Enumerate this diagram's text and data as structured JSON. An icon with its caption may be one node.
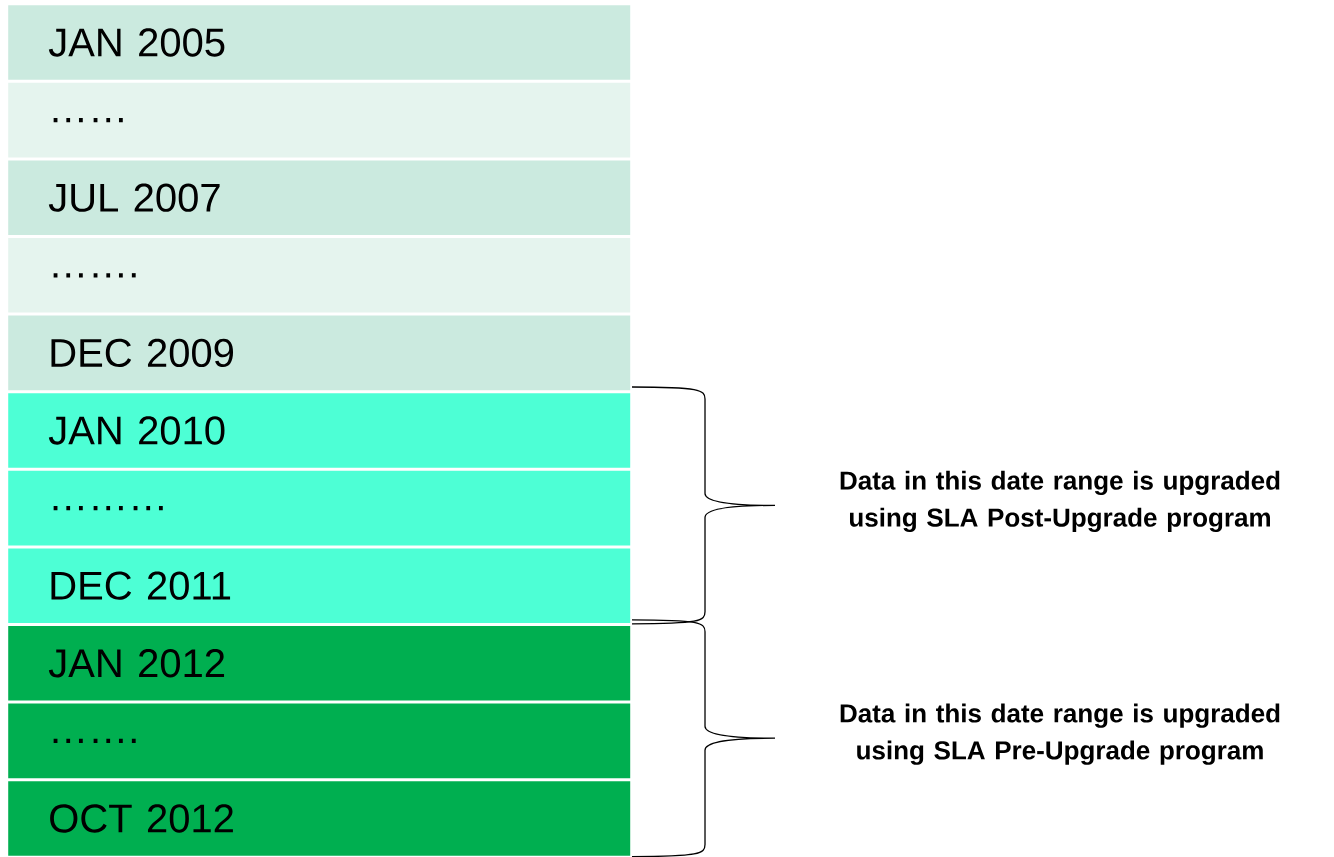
{
  "diagram": {
    "nodes": [
      {
        "text": [
          "JAN 2005"
        ]
      },
      {
        "text": [
          "……"
        ]
      },
      {
        "text": [
          "JUL 2007"
        ]
      },
      {
        "text": [
          "……."
        ]
      },
      {
        "text": [
          "DEC 2009"
        ]
      },
      {
        "text": [
          "JAN 2010"
        ]
      },
      {
        "text": [
          "………"
        ]
      },
      {
        "text": [
          "DEC 2011"
        ]
      },
      {
        "text": [
          "JAN 2012"
        ]
      },
      {
        "text": [
          "……."
        ]
      },
      {
        "text": [
          "OCT 2012"
        ]
      }
    ],
    "labels": [
      "Data in this date range is upgraded using SLA Post-Upgrade program",
      "Data in this date range is upgraded using SLA Pre-Upgrade program"
    ]
  }
}
